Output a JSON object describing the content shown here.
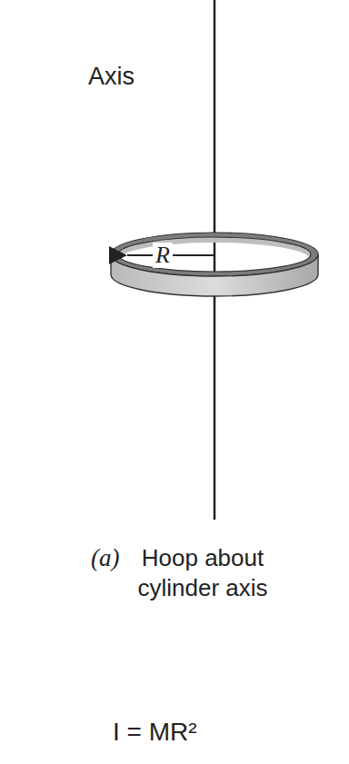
{
  "diagram": {
    "labels": [
      "Axis",
      "R",
      "(a)",
      "Hoop about cylinder axis",
      "I = MR²"
    ]
  }
}
